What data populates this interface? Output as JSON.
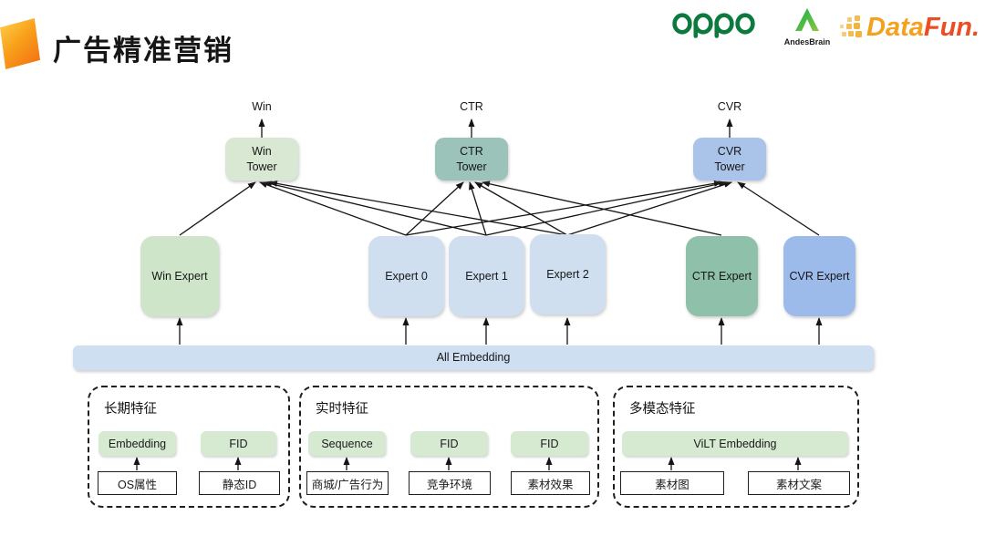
{
  "header": {
    "title": "广告精准营销",
    "logos": {
      "oppo": "oppo",
      "andesbrain": "AndesBrain",
      "datafun_data": "Data",
      "datafun_fun": "Fun."
    }
  },
  "colors": {
    "win_green": "#d8e8d3",
    "ctr_teal": "#9cc3ba",
    "cvr_blue": "#a9c3e9",
    "shared_expert_blue": "#cfdff0",
    "embedding_blue": "#cfdff2",
    "feature_green": "#d6e9d1",
    "oppo_green": "#0c7a3e",
    "datafun_orange": "#f5a01e"
  },
  "diagram": {
    "output_labels": [
      {
        "label": "Win"
      },
      {
        "label": "CTR"
      },
      {
        "label": "CVR"
      }
    ],
    "towers": [
      {
        "line1": "Win",
        "line2": "Tower"
      },
      {
        "line1": "CTR",
        "line2": "Tower"
      },
      {
        "line1": "CVR",
        "line2": "Tower"
      }
    ],
    "experts": [
      {
        "label": "Win Expert"
      },
      {
        "label": "Expert 0"
      },
      {
        "label": "Expert 1"
      },
      {
        "label": "Expert 2"
      },
      {
        "label": "CTR Expert"
      },
      {
        "label": "CVR Expert"
      }
    ],
    "embedding_bar": "All Embedding",
    "feature_groups": [
      {
        "title": "长期特征",
        "encoders": [
          "Embedding",
          "FID"
        ],
        "sources": [
          "OS属性",
          "静态ID"
        ]
      },
      {
        "title": "实时特征",
        "encoders": [
          "Sequence",
          "FID",
          "FID"
        ],
        "sources": [
          "商城/广告行为",
          "竞争环境",
          "素材效果"
        ]
      },
      {
        "title": "多模态特征",
        "encoders": [
          "ViLT Embedding"
        ],
        "sources": [
          "素材图",
          "素材文案"
        ]
      }
    ]
  }
}
